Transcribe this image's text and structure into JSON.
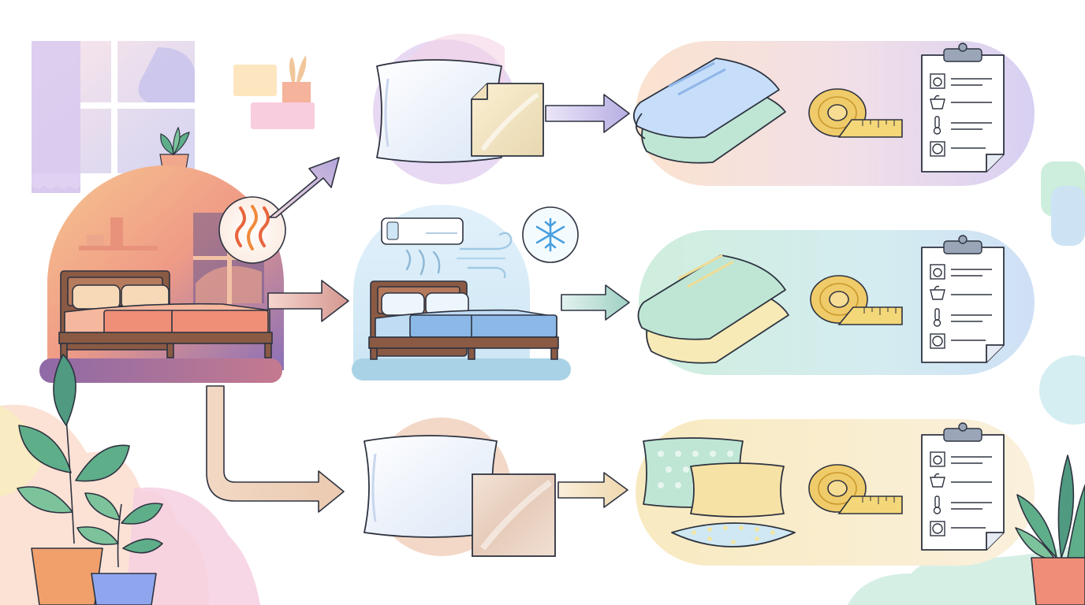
{
  "diagram": {
    "type": "bedding-care-flow",
    "palette": {
      "lavender": "#c9c3ec",
      "peach": "#f4b089",
      "mint": "#bfe6d4",
      "sky": "#cfe6f6",
      "butter": "#f7e5b0",
      "outline": "#2e3340",
      "tape": "#f0cb6a",
      "bed_wood": "#8a5a44",
      "warm_sheet": "#f08f78",
      "cool_sheet": "#8bb8e6"
    },
    "start": {
      "scene": "warm-bedroom",
      "indicator_icon": "heat-waves-icon"
    },
    "middle": [
      {
        "id": "silk-pillowcase",
        "icons": [
          "pillow-icon",
          "silk-fabric-icon"
        ]
      },
      {
        "id": "cool-bedroom",
        "icons": [
          "air-conditioner-icon",
          "airflow-icon",
          "snowflake-icon",
          "bed-icon"
        ]
      },
      {
        "id": "satin-pillowcase",
        "icons": [
          "pillow-icon",
          "satin-fabric-icon"
        ]
      }
    ],
    "results": [
      {
        "id": "folded-sheets-blue",
        "icons": [
          "folded-sheet-icon",
          "measuring-tape-icon",
          "care-checklist-icon"
        ],
        "tint": "lavender"
      },
      {
        "id": "folded-sheets-green",
        "icons": [
          "folded-sheet-icon",
          "measuring-tape-icon",
          "care-checklist-icon"
        ],
        "tint": "mint"
      },
      {
        "id": "pillows-stack",
        "icons": [
          "pillow-stack-icon",
          "measuring-tape-icon",
          "care-checklist-icon"
        ],
        "tint": "butter"
      }
    ],
    "checklist_symbols": [
      "washing-machine-symbol",
      "hand-wash-symbol",
      "temperature-symbol",
      "tumble-dry-symbol"
    ]
  }
}
